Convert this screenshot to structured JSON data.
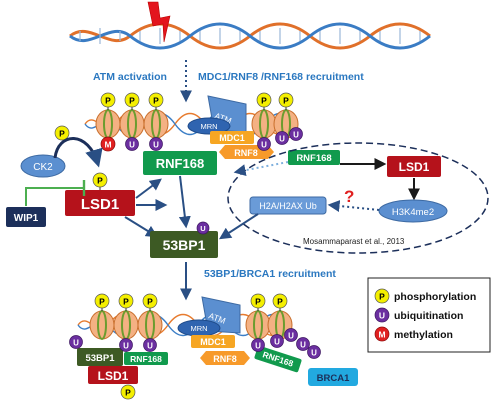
{
  "labels": {
    "atm_activation": "ATM activation",
    "mdc1_recruitment": "MDC1/RNF8 /RNF168 recruitment",
    "recruitment_53bp1": "53BP1/BRCA1 recruitment",
    "citation": "Mosammaparast et al., 2013",
    "question": "?"
  },
  "nodes": {
    "ck2": "CK2",
    "wip1": "WIP1",
    "lsd1_main": "LSD1",
    "rnf168_main": "RNF168",
    "bp1_main": "53BP1",
    "rnf168_right": "RNF168",
    "lsd1_right": "LSD1",
    "h3k4me2": "H3K4me2",
    "h2a_ub": "H2A/H2AX Ub"
  },
  "complex_top": {
    "atm": "ATM",
    "mrn": "MRN",
    "mdc1": "MDC1",
    "rnf8": "RNF8"
  },
  "complex_bottom": {
    "atm": "ATM",
    "mrn": "MRN",
    "mdc1": "MDC1",
    "rnf8": "RNF8",
    "rnf168a": "RNF168",
    "rnf168b": "RNF168",
    "bp1": "53BP1",
    "lsd1": "LSD1",
    "brca1": "BRCA1"
  },
  "marks": {
    "p": "P",
    "u": "U",
    "m": "M"
  },
  "legend": {
    "phosphorylation": "phosphorylation",
    "ubiquitination": "ubiquitination",
    "methylation": "methylation"
  },
  "colors": {
    "phospho": "#f4ef00",
    "ubiq": "#6b2fa0",
    "methyl": "#e02020",
    "green": "#119a4d",
    "darkred": "#b5121b",
    "darkgreen": "#3d5a24",
    "navy": "#1c2f5a",
    "blue": "#5b8fd0",
    "orange": "#f6a623",
    "cyan": "#22a9e0",
    "textblue": "#2b78c0"
  }
}
